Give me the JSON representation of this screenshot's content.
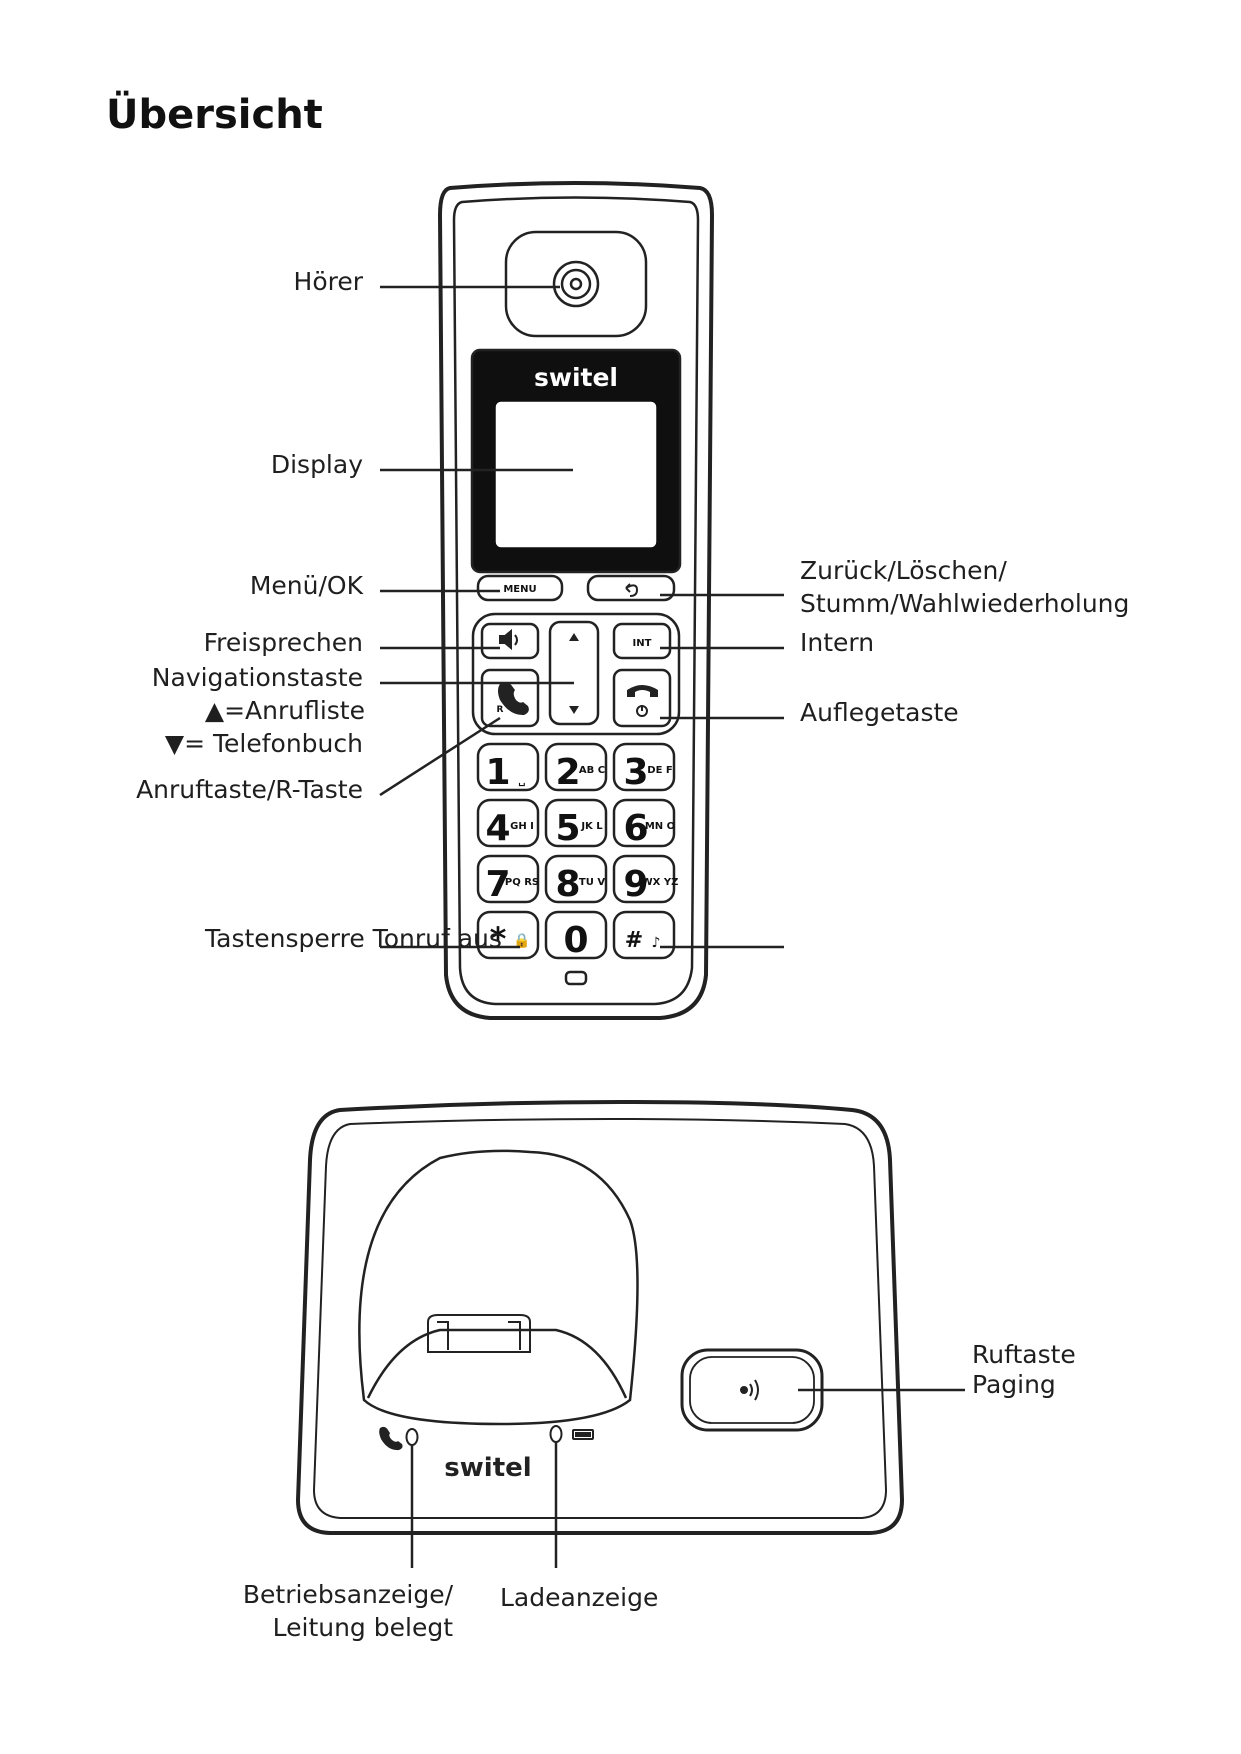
{
  "page": {
    "title": "Übersicht"
  },
  "handset": {
    "brand": "switel",
    "keys": {
      "menu": "MENU",
      "int": "INT",
      "r": "R",
      "digits": [
        {
          "digit": "1",
          "letters": "␣"
        },
        {
          "digit": "2",
          "letters": "AB C"
        },
        {
          "digit": "3",
          "letters": "DE F"
        },
        {
          "digit": "4",
          "letters": "GH I"
        },
        {
          "digit": "5",
          "letters": "JK L"
        },
        {
          "digit": "6",
          "letters": "MN O"
        },
        {
          "digit": "7",
          "letters": "PQ RS"
        },
        {
          "digit": "8",
          "letters": "TU V"
        },
        {
          "digit": "9",
          "letters": "WX YZ"
        },
        {
          "digit": "*",
          "letters": "🔒"
        },
        {
          "digit": "0",
          "letters": ""
        },
        {
          "digit": "#",
          "letters": "♪"
        }
      ]
    },
    "labels": {
      "earpiece": "Hörer",
      "display": "Display",
      "menu_ok": "Menü/OK",
      "speaker": "Freisprechen",
      "nav": "Navigationstaste",
      "nav_up": "▲=Anrufliste",
      "nav_down": "▼= Telefonbuch",
      "call": "Anruftaste/R-Taste",
      "lock": "Tastensperre Tonruf aus",
      "back_line1": "Zurück/Löschen/",
      "back_line2": "Stumm/Wahlwiederholung",
      "intern": "Intern",
      "hangup": "Auflegetaste"
    }
  },
  "base": {
    "brand": "switel",
    "labels": {
      "page_line1": "Ruftaste",
      "page_line2": "Paging",
      "status_line1": "Betriebsanzeige/",
      "status_line2": "Leitung belegt",
      "charge": "Ladeanzeige"
    }
  }
}
